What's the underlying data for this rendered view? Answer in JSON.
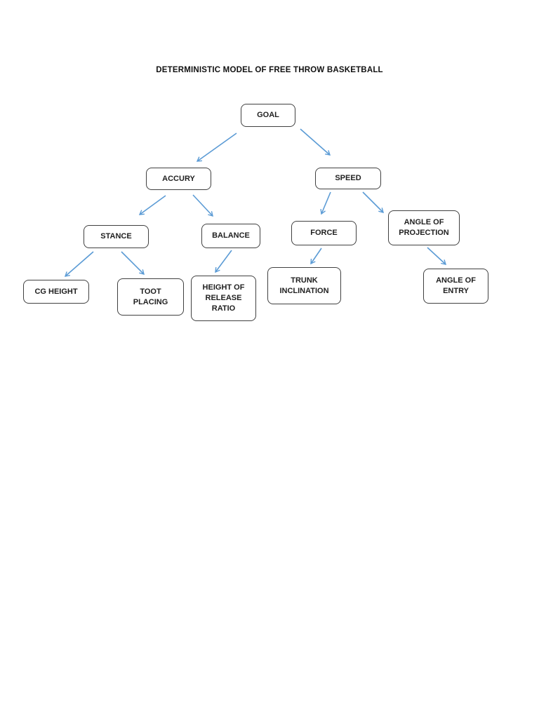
{
  "title": "DETERMINISTIC MODEL OF FREE THROW BASKETBALL",
  "diagram": {
    "type": "hierarchical-tree",
    "nodes": [
      {
        "id": "goal",
        "label": "GOAL"
      },
      {
        "id": "accury",
        "label": "ACCURY"
      },
      {
        "id": "speed",
        "label": "SPEED"
      },
      {
        "id": "stance",
        "label": "STANCE"
      },
      {
        "id": "balance",
        "label": "BALANCE"
      },
      {
        "id": "force",
        "label": "FORCE"
      },
      {
        "id": "angle_of_projection",
        "label": "ANGLE OF PROJECTION"
      },
      {
        "id": "cg_height",
        "label": "CG HEIGHT"
      },
      {
        "id": "toot_placing",
        "label": "TOOT PLACING"
      },
      {
        "id": "height_of_release_ratio",
        "label": "HEIGHT OF RELEASE RATIO"
      },
      {
        "id": "trunk_inclination",
        "label": "TRUNK INCLINATION"
      },
      {
        "id": "angle_of_entry",
        "label": "ANGLE OF ENTRY"
      }
    ],
    "edges": [
      {
        "from": "goal",
        "to": "accury"
      },
      {
        "from": "goal",
        "to": "speed"
      },
      {
        "from": "accury",
        "to": "stance"
      },
      {
        "from": "accury",
        "to": "balance"
      },
      {
        "from": "speed",
        "to": "force"
      },
      {
        "from": "speed",
        "to": "angle_of_projection"
      },
      {
        "from": "stance",
        "to": "cg_height"
      },
      {
        "from": "stance",
        "to": "toot_placing"
      },
      {
        "from": "balance",
        "to": "height_of_release_ratio"
      },
      {
        "from": "force",
        "to": "trunk_inclination"
      },
      {
        "from": "angle_of_projection",
        "to": "angle_of_entry"
      }
    ]
  },
  "colors": {
    "arrow": "#5B9BD5",
    "node_border": "#404040",
    "text": "#1F1F1F",
    "background": "#FFFFFF"
  }
}
